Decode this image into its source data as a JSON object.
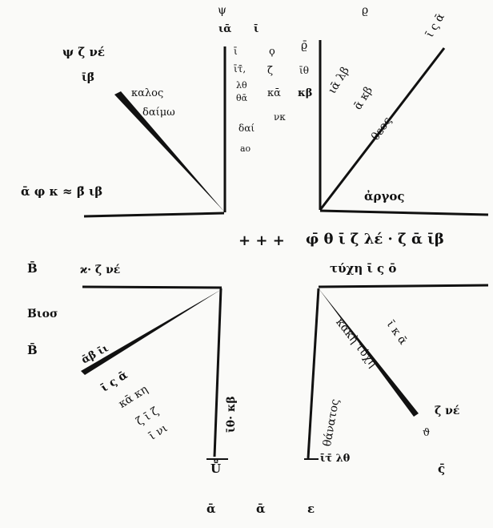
{
  "background": "#fafaf8",
  "ink": "#111111",
  "center_row": {
    "crosses": "+ + +",
    "main": "φ̄ θ ῑ ζ̄ λέ · ζ̄ ᾱ ῑβ"
  },
  "top_left": {
    "header": "ψ ζ̄ νέ",
    "sub": "ῑβ̄",
    "note1": "καλος",
    "note2": "δαίμω",
    "row": "ᾱ φ κ ≈ β̄ ιβ"
  },
  "top_center": {
    "top": "ψ",
    "ia": "ιᾱ",
    "i": "ῑ",
    "col": [
      "ῑ",
      "ῑτ̄,",
      "λθ",
      "θᾱ",
      "δαί",
      "ao"
    ],
    "mid": [
      "ϙ",
      "ζ̄",
      "κᾱ",
      "νκ"
    ],
    "kb": "κβ",
    "right_small": [
      "ϱ̄",
      "ῑθ"
    ]
  },
  "top_right": {
    "diag_labels": [
      "ιᾱ λβ",
      "ᾱ κβ",
      "θεος",
      "ῑ ς ᾱ"
    ],
    "argos": "ἀργος",
    "top_small": "ϱ"
  },
  "left_mid": {
    "b1": "B̄",
    "bios": "Β́ιοσ",
    "b2": "B̄",
    "header": "ϰ· ζ̄ νέ"
  },
  "bottom_left": {
    "diag": [
      "ᾱβ ῑι",
      "ῑ ς ᾱ",
      "κᾱ κη",
      "ζ ῑ ζ",
      "ῑ νι"
    ],
    "kb": "ῑθ· κβ",
    "under": "Ṻ"
  },
  "bottom_center": {
    "a1": "ᾱ",
    "a2": "ᾱ",
    "e": "ε"
  },
  "bottom_right": {
    "tyche": "τύχη ῑ ς ō",
    "kakos": "κακὴ τύχη",
    "right_labels": [
      "ῑ κ ᾱ",
      "ζ̄ νέ"
    ],
    "thanatos": "θάνατος",
    "low": "ῑτ̄ λθ",
    "s": "ς̄",
    "hook": "ϑ"
  }
}
